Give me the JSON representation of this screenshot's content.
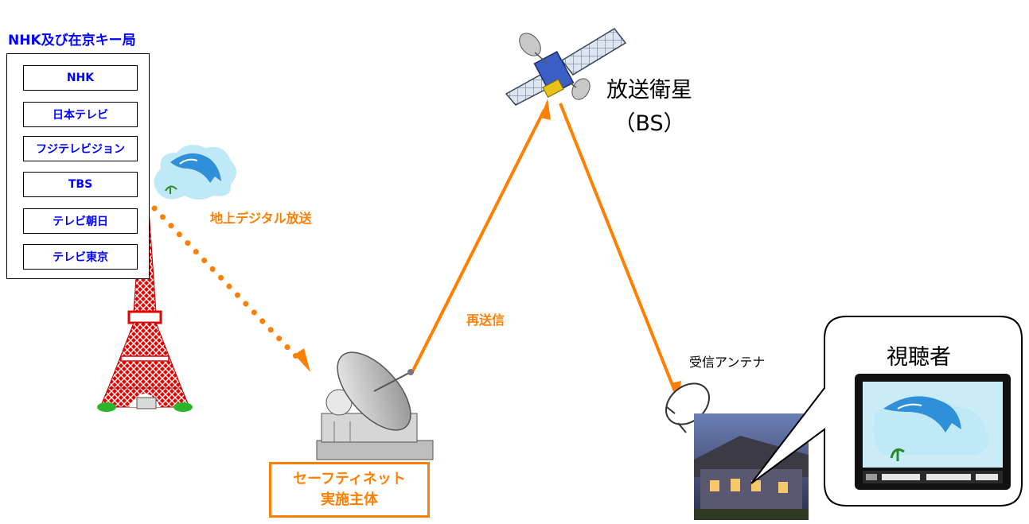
{
  "broadcasters": {
    "title": "NHK及び在京キー局",
    "stations": [
      "NHK",
      "日本テレビ",
      "フジテレビジョン",
      "TBS",
      "テレビ朝日",
      "テレビ東京"
    ]
  },
  "links": {
    "terrestrial": "地上デジタル放送",
    "retransmit": "再送信"
  },
  "satellite": {
    "name": "放送衛星",
    "abbr": "（BS）"
  },
  "uplink_entity": {
    "line1": "セーフティネット",
    "line2": "実施主体"
  },
  "receiver": {
    "antenna_label": "受信アンテナ",
    "viewer_label": "視聴者"
  },
  "colors": {
    "link": "#ff7f00",
    "station_text": "#0000ff",
    "tower": "#e60000"
  }
}
